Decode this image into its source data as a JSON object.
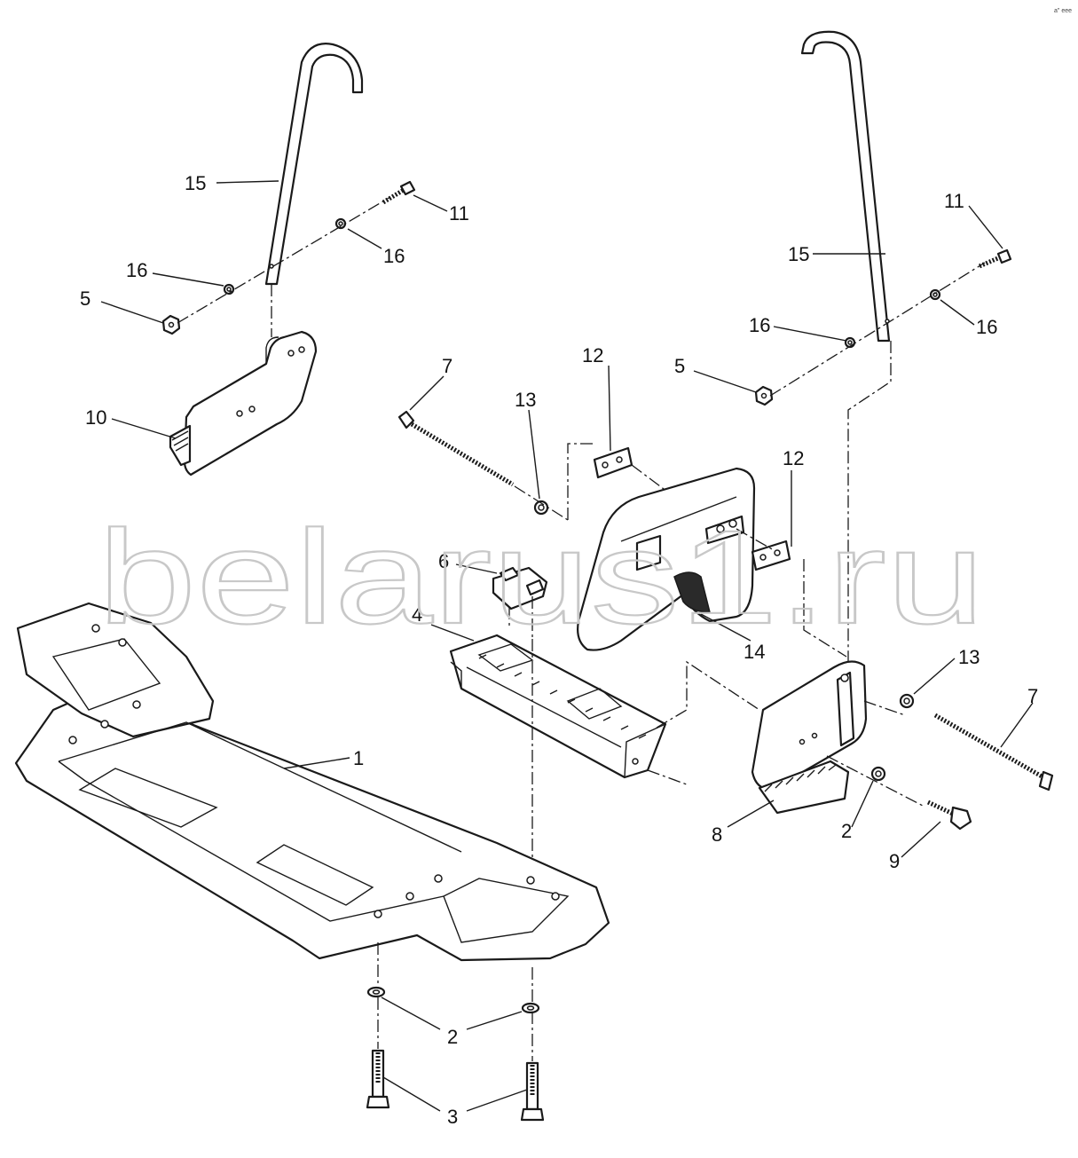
{
  "diagram": {
    "watermark": "belarus1.ru",
    "corner_code": "a\" eee",
    "colors": {
      "line": "#1a1a1a",
      "watermark": "#c8c8c8",
      "background": "#ffffff"
    },
    "callouts": [
      {
        "id": "c15a",
        "text": "15"
      },
      {
        "id": "c11a",
        "text": "11"
      },
      {
        "id": "c16a",
        "text": "16"
      },
      {
        "id": "c16b",
        "text": "16"
      },
      {
        "id": "c5a",
        "text": "5"
      },
      {
        "id": "c10",
        "text": "10"
      },
      {
        "id": "c7a",
        "text": "7"
      },
      {
        "id": "c13a",
        "text": "13"
      },
      {
        "id": "c12a",
        "text": "12"
      },
      {
        "id": "c6",
        "text": "6"
      },
      {
        "id": "c4",
        "text": "4"
      },
      {
        "id": "c1",
        "text": "1"
      },
      {
        "id": "c11b",
        "text": "11"
      },
      {
        "id": "c15b",
        "text": "15"
      },
      {
        "id": "c16c",
        "text": "16"
      },
      {
        "id": "c16d",
        "text": "16"
      },
      {
        "id": "c5b",
        "text": "5"
      },
      {
        "id": "c12b",
        "text": "12"
      },
      {
        "id": "c14",
        "text": "14"
      },
      {
        "id": "c13b",
        "text": "13"
      },
      {
        "id": "c7b",
        "text": "7"
      },
      {
        "id": "c8",
        "text": "8"
      },
      {
        "id": "c2a",
        "text": "2"
      },
      {
        "id": "c9",
        "text": "9"
      },
      {
        "id": "c2b",
        "text": "2"
      },
      {
        "id": "c3",
        "text": "3"
      }
    ]
  }
}
